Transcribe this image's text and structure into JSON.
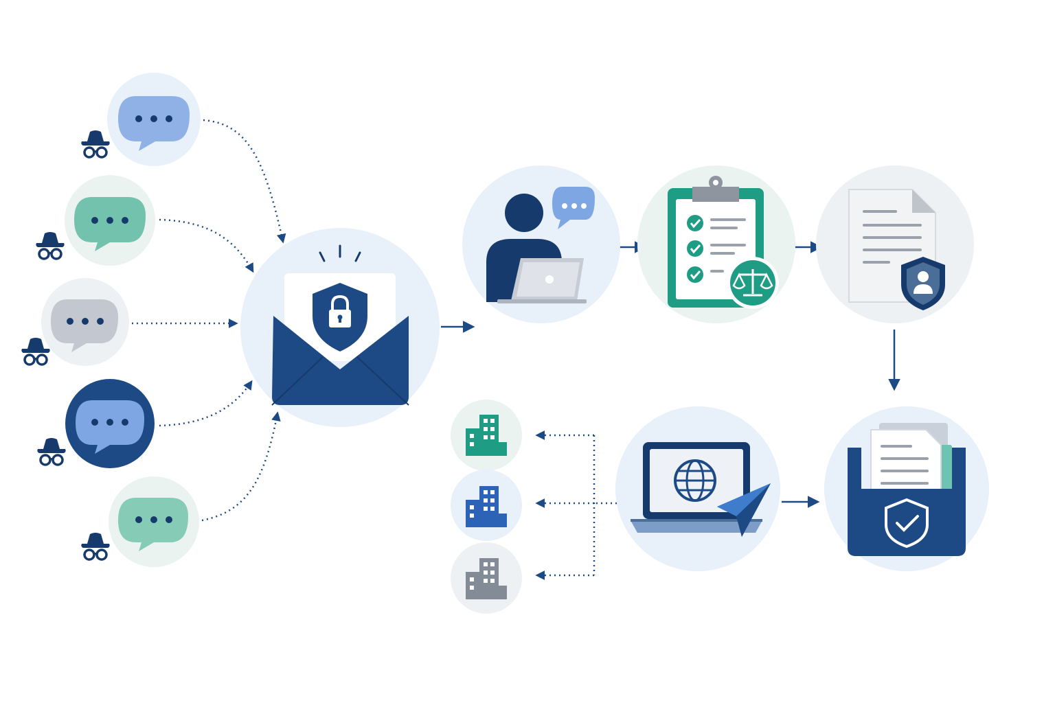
{
  "diagram": {
    "nodes": [
      {
        "id": "anon-report-1",
        "icon": "chat-bubble-icon",
        "reporter": "incognito-icon",
        "color": "#8fb1e6"
      },
      {
        "id": "anon-report-2",
        "icon": "chat-bubble-icon",
        "reporter": "incognito-icon",
        "color": "#72c2ad"
      },
      {
        "id": "anon-report-3",
        "icon": "chat-bubble-icon",
        "reporter": "incognito-icon",
        "color": "#c3c8d0"
      },
      {
        "id": "anon-report-4",
        "icon": "chat-bubble-icon",
        "reporter": "incognito-icon",
        "color": "#7da6e3"
      },
      {
        "id": "anon-report-5",
        "icon": "chat-bubble-icon",
        "reporter": "incognito-icon",
        "color": "#86cbb6"
      },
      {
        "id": "secure-inbox",
        "icon": "secure-envelope-icon"
      },
      {
        "id": "investigator",
        "icon": "person-laptop-icon"
      },
      {
        "id": "compliance-review",
        "icon": "clipboard-checklist-icon"
      },
      {
        "id": "protected-document",
        "icon": "document-shield-icon"
      },
      {
        "id": "secure-archive",
        "icon": "archive-tray-shield-icon"
      },
      {
        "id": "web-portal",
        "icon": "laptop-globe-send-icon"
      },
      {
        "id": "organization-1",
        "icon": "building-icon",
        "color": "#1f9c84"
      },
      {
        "id": "organization-2",
        "icon": "building-icon",
        "color": "#2d63b7"
      },
      {
        "id": "organization-3",
        "icon": "building-icon",
        "color": "#838b96"
      }
    ],
    "edges": [
      {
        "from": "anon-report-1",
        "to": "secure-inbox",
        "style": "dotted"
      },
      {
        "from": "anon-report-2",
        "to": "secure-inbox",
        "style": "dotted"
      },
      {
        "from": "anon-report-3",
        "to": "secure-inbox",
        "style": "dotted"
      },
      {
        "from": "anon-report-4",
        "to": "secure-inbox",
        "style": "dotted"
      },
      {
        "from": "anon-report-5",
        "to": "secure-inbox",
        "style": "dotted"
      },
      {
        "from": "secure-inbox",
        "to": "investigator",
        "style": "solid"
      },
      {
        "from": "investigator",
        "to": "compliance-review",
        "style": "solid"
      },
      {
        "from": "compliance-review",
        "to": "protected-document",
        "style": "solid"
      },
      {
        "from": "protected-document",
        "to": "secure-archive",
        "style": "solid"
      },
      {
        "from": "web-portal",
        "to": "secure-archive",
        "style": "solid"
      },
      {
        "from": "web-portal",
        "to": "organization-1",
        "style": "dotted"
      },
      {
        "from": "web-portal",
        "to": "organization-2",
        "style": "dotted"
      },
      {
        "from": "web-portal",
        "to": "organization-3",
        "style": "dotted"
      }
    ],
    "colors": {
      "navy": "#1d4a85",
      "dark-navy": "#163a6b",
      "teal": "#1f9c84",
      "circle-bg": "#e8f0f9",
      "circle-bg-alt": "#eaf3f0",
      "grey-bg": "#eef1f4",
      "arrow": "#1d4a85"
    }
  }
}
